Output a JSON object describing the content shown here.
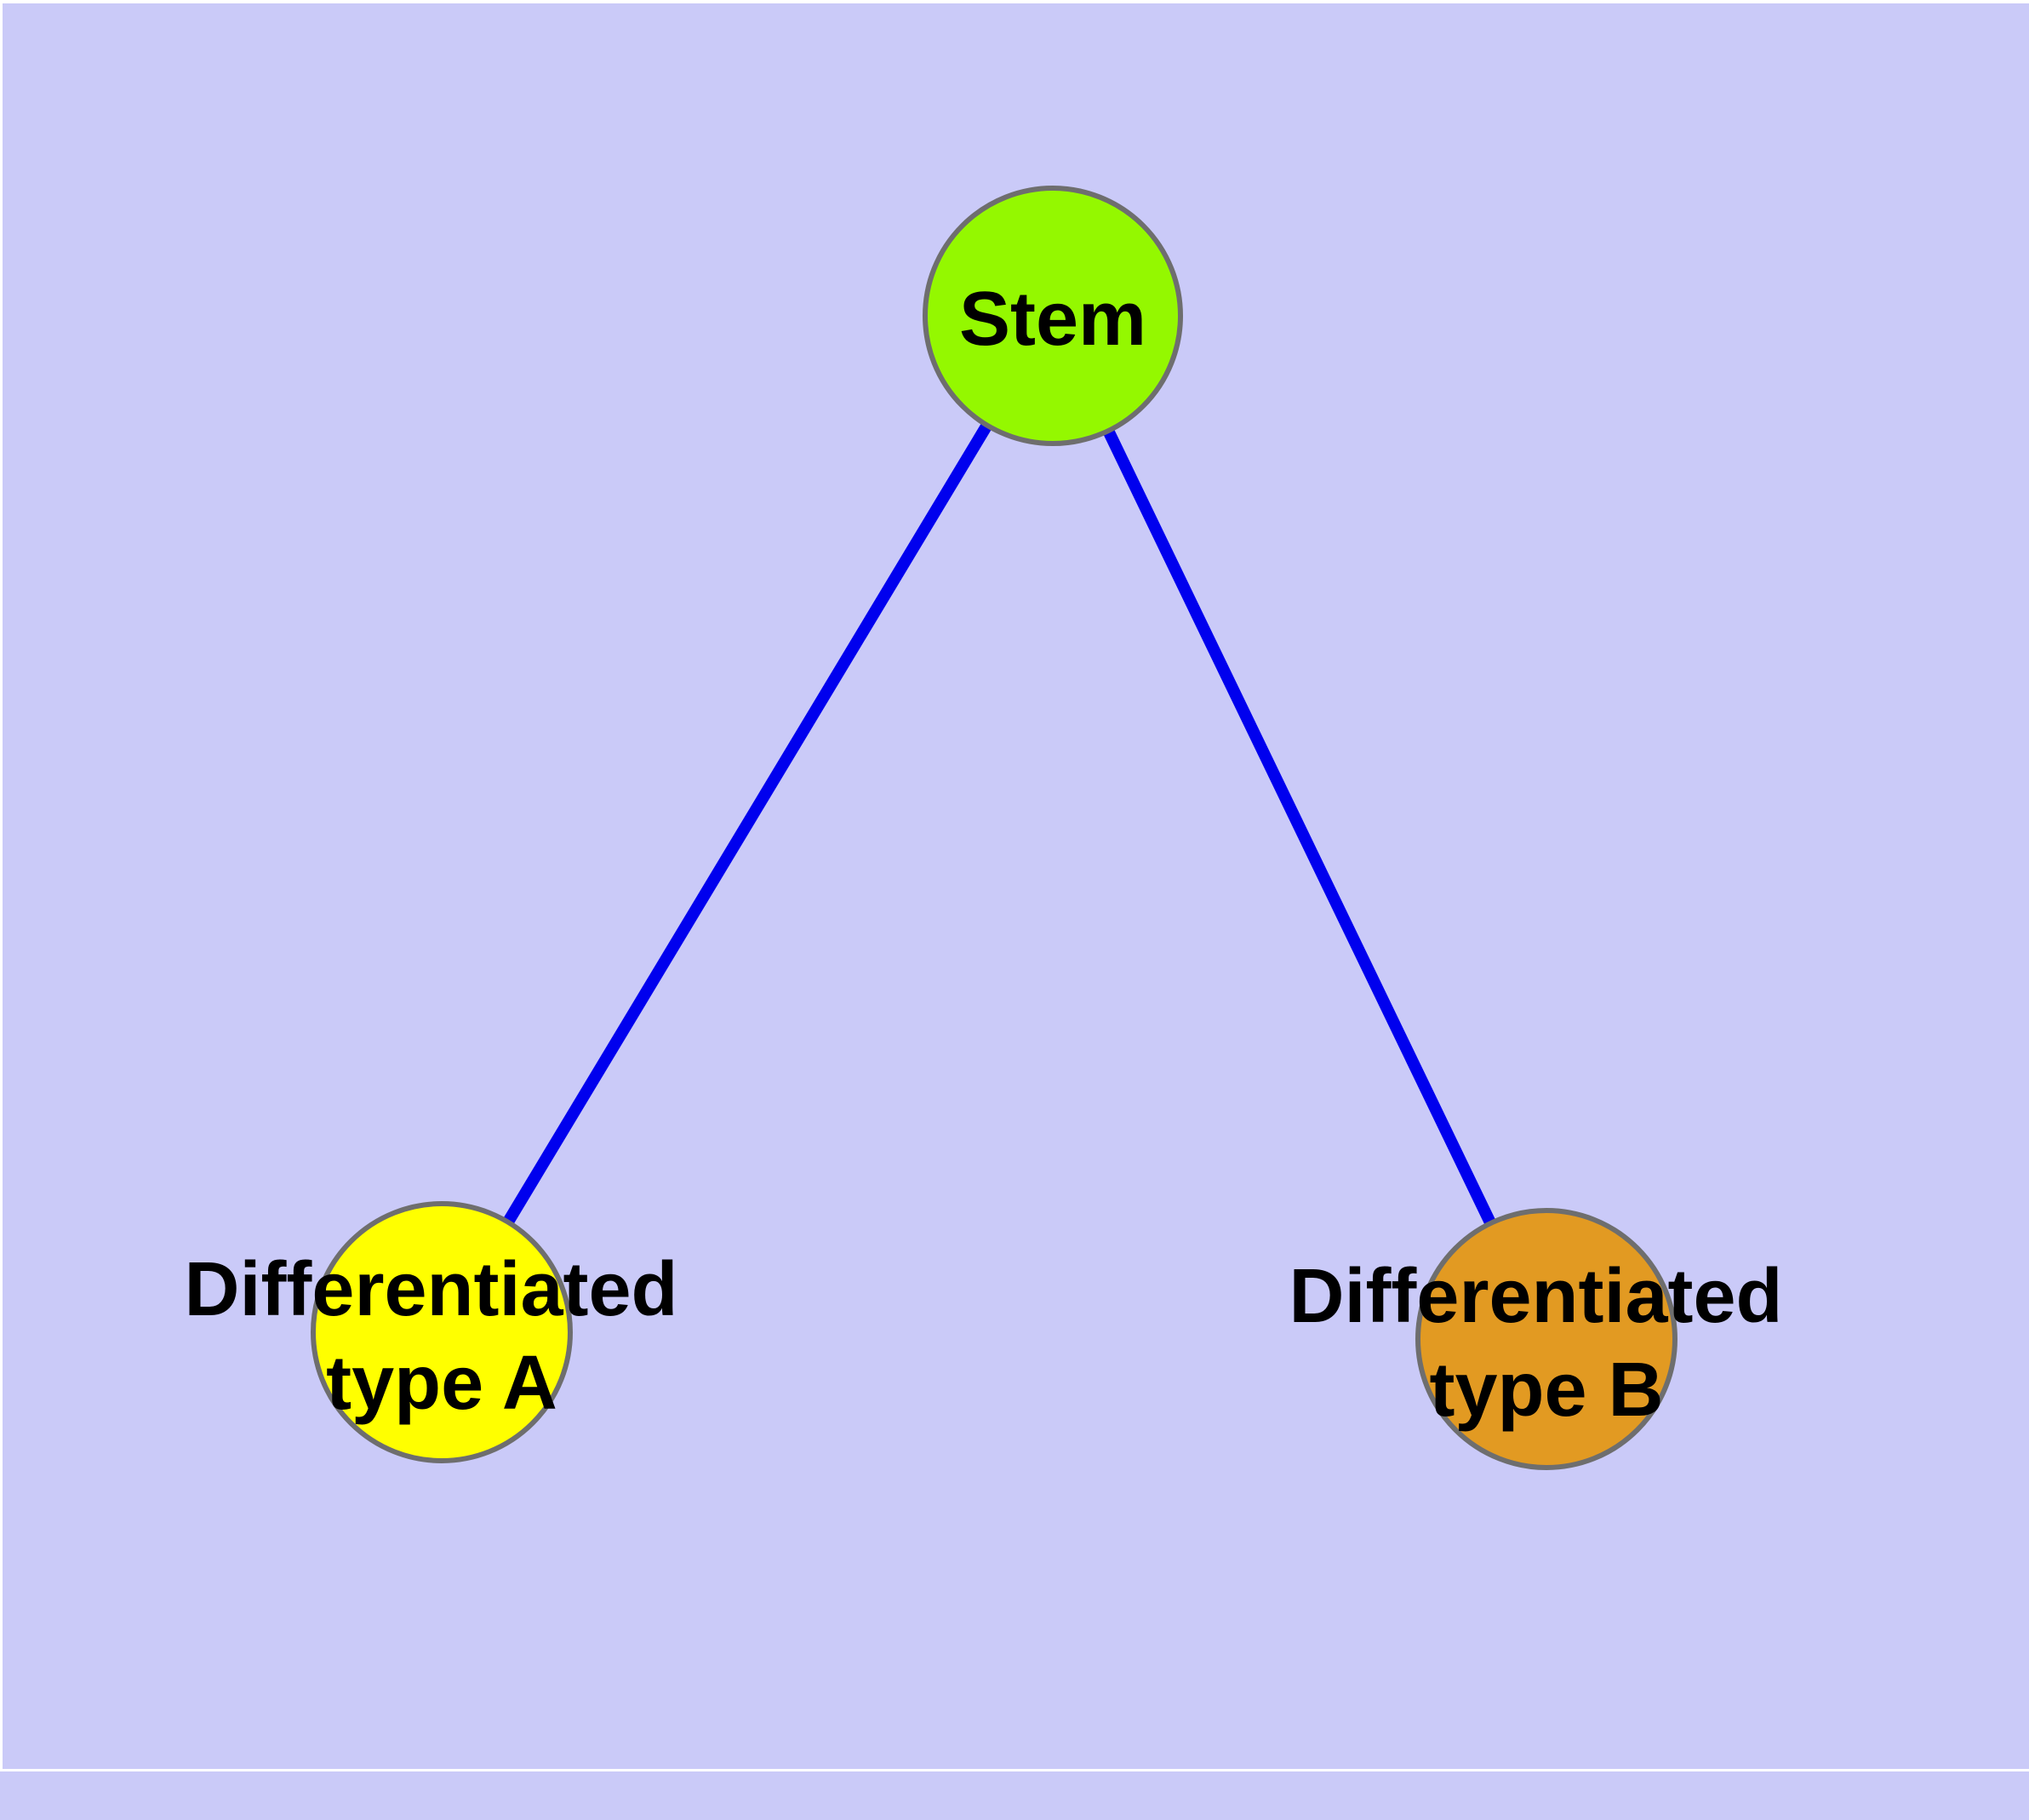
{
  "diagram": {
    "colors": {
      "page_background": "#ffffff",
      "canvas_background": "#cacaf8",
      "edge": "#0000ee",
      "node_border": "#6e6e6e",
      "label_text": "#000000"
    },
    "nodes": [
      {
        "id": "stem",
        "label": "Stem",
        "fill": "#94f800"
      },
      {
        "id": "differentiated-type-a",
        "label": "Differentiated type A",
        "line1": "Differentiated",
        "line2": "type A",
        "fill": "#ffff00"
      },
      {
        "id": "differentiated-type-b",
        "label": "Differentiated type B",
        "line1": "Differentiated",
        "line2": "type B",
        "fill": "#e29a22"
      }
    ],
    "edges": [
      {
        "from": "Stem",
        "to": "Differentiated type A"
      },
      {
        "from": "Stem",
        "to": "Differentiated type B"
      }
    ]
  }
}
